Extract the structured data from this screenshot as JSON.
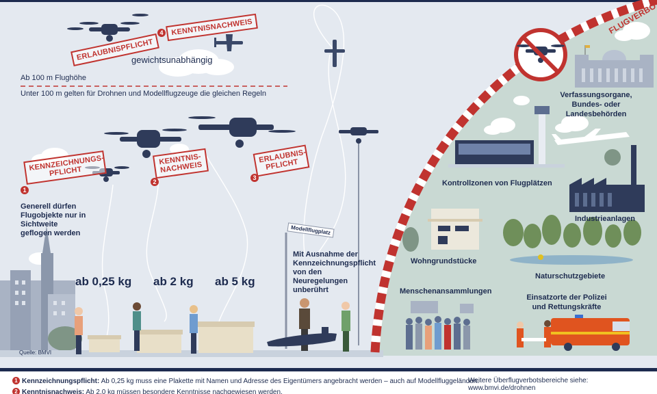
{
  "rules": {
    "above_100m": "Ab 100 m Flughöhe",
    "below_100m": "Unter 100 m gelten für Drohnen und Modellflugzeuge die gleichen Regeln",
    "weight_independent": "gewichtsunabhängig",
    "general_rule": "Generell dürfen Flugobjekte nur in Sichtweite geflogen werden",
    "model_airfield_exception": "Mit Ausnahme der Kennzeichnungspflicht von den Neuregelungen unberührt",
    "source": "Quelle: BMVI"
  },
  "stamps": {
    "erlaubnispflicht_top": "ERLAUBNISPFLICHT",
    "kenntnisnachweis_top": "KENNTNISNACHWEIS",
    "kennzeichnungspflicht": "KENNZEICHNUNGS-PFLICHT",
    "kenntnisnachweis": "KENNTNIS-NACHWEIS",
    "erlaubnispflicht": "ERLAUBNIS-PFLICHT",
    "flugverbot": "FLUGVERBOT"
  },
  "markers": {
    "m1": "1",
    "m2": "2",
    "m3": "3",
    "m4": "4"
  },
  "weights": {
    "w1": "ab 0,25 kg",
    "w2": "ab 2 kg",
    "w3": "ab 5 kg"
  },
  "sign": "Modellflugplatz",
  "zones": {
    "verfassungsorgane": "Verfassungsorgane, Bundes- oder Landesbehörden",
    "kontrollzonen": "Kontrollzonen von Flugplätzen",
    "industrie": "Industrieanlagen",
    "wohn": "Wohngrundstücke",
    "natur": "Naturschutzgebiete",
    "menschen": "Menschenansammlungen",
    "polizei": "Einsatzorte der Polizei und Rettungskräfte"
  },
  "footer": {
    "f1_label": "Kennzeichnungspflicht:",
    "f1_text": "Ab 0,25 kg muss eine Plakette mit Namen und Adresse des Eigentümers angebracht werden – auch auf Modellfluggeländen.",
    "f2_label": "Kenntnisnachweis:",
    "f2_text": "Ab 2,0 kg müssen besondere Kenntnisse nachgewiesen werden.",
    "more": "Weitere Überflugverbotsbereiche siehe: www.bmvi.de/drohnen"
  },
  "colors": {
    "accent_red": "#c0332f",
    "navy": "#1d2b4f",
    "sky": "#e4e9f0",
    "zone_green": "#c5d6cf"
  }
}
